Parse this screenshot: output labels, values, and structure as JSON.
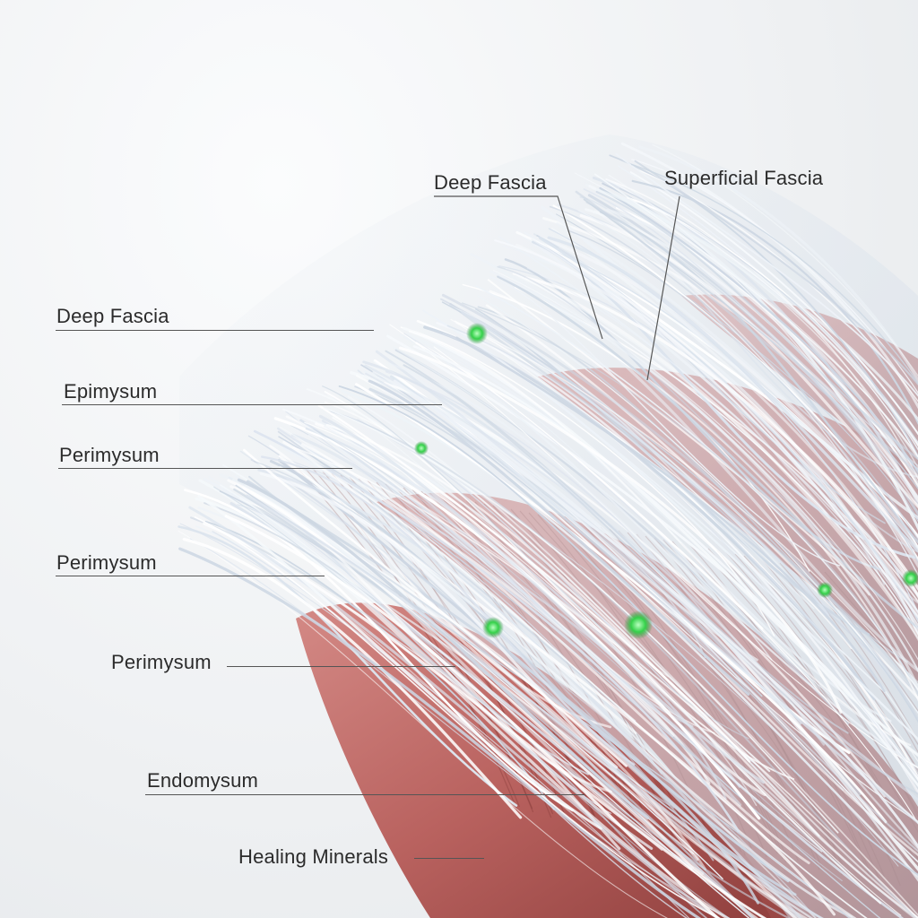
{
  "labels": [
    {
      "id": "deep-fascia-top",
      "text": "Deep Fascia"
    },
    {
      "id": "superficial-fascia",
      "text": "Superficial Fascia"
    },
    {
      "id": "deep-fascia-left",
      "text": "Deep Fascia"
    },
    {
      "id": "epimysum",
      "text": "Epimysum"
    },
    {
      "id": "perimysum-1",
      "text": "Perimysum"
    },
    {
      "id": "perimysum-2",
      "text": "Perimysum"
    },
    {
      "id": "perimysum-3",
      "text": "Perimysum"
    },
    {
      "id": "endomysum",
      "text": "Endomysum"
    },
    {
      "id": "healing-minerals",
      "text": "Healing Minerals"
    }
  ],
  "colors": {
    "muscle": "#b9625f",
    "muscle_dark": "#8f3f3d",
    "fascia_fiber": "#d9e1ea",
    "mineral": "#35d14a",
    "label_text": "#2b2b2b"
  }
}
